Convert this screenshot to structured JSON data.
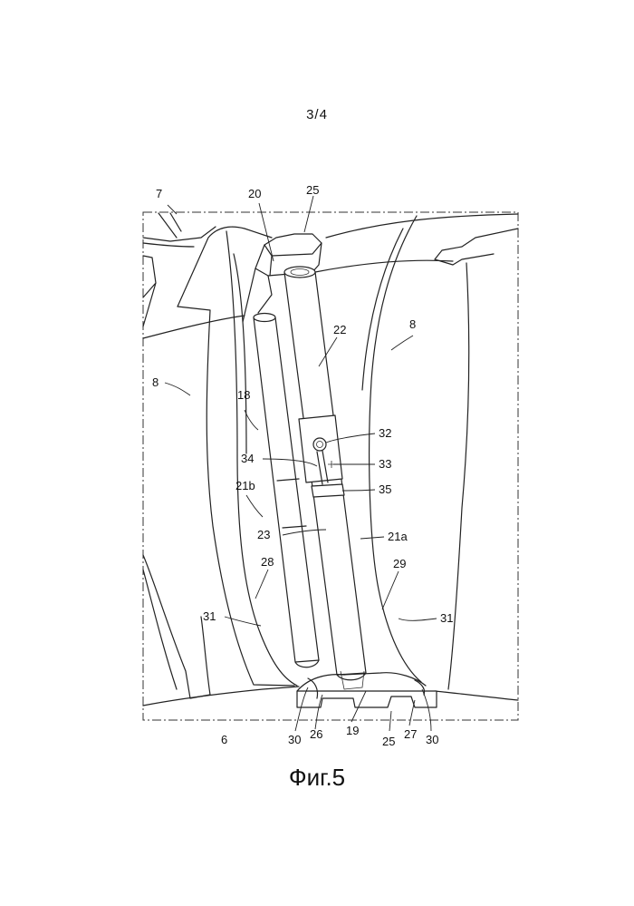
{
  "page_number": "3/4",
  "caption": "Фиг.5",
  "labels": {
    "l7": "7",
    "l20": "20",
    "l25_top": "25",
    "l22": "22",
    "l8_left": "8",
    "l8_right": "8",
    "l18": "18",
    "l32": "32",
    "l34": "34",
    "l33": "33",
    "l21b": "21b",
    "l35": "35",
    "l23": "23",
    "l21a": "21a",
    "l28": "28",
    "l29": "29",
    "l31_left": "31",
    "l31_right": "31",
    "l6": "6",
    "l30_left": "30",
    "l26": "26",
    "l19": "19",
    "l25_bottom": "25",
    "l27": "27",
    "l30_right": "30"
  }
}
